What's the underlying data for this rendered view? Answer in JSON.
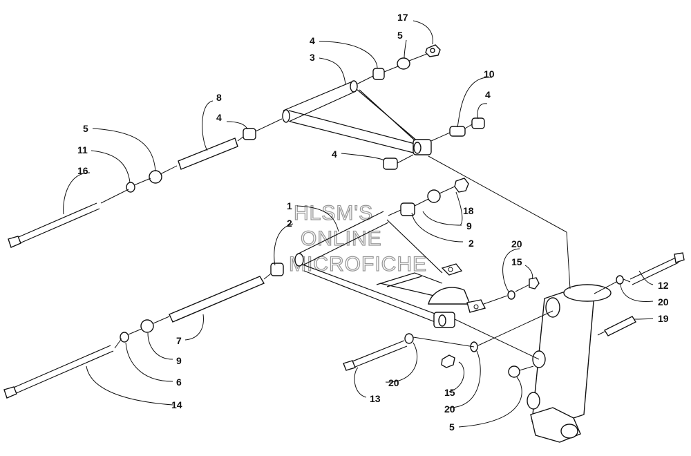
{
  "watermark": {
    "lines": [
      "HLSM'S",
      "ONLINE",
      "MICROFICHE"
    ]
  },
  "callouts": {
    "c17": "17",
    "c5a": "5",
    "c4a": "4",
    "c3": "3",
    "c10": "10",
    "c4b": "4",
    "c8": "8",
    "c4c": "4",
    "c5b": "5",
    "c11": "11",
    "c16": "16",
    "c4d": "4",
    "c18": "18",
    "c1": "1",
    "c9a": "9",
    "c2a": "2",
    "c2b": "2",
    "c20a": "20",
    "c15a": "15",
    "c12": "12",
    "c20b": "20",
    "c19": "19",
    "c7": "7",
    "c9b": "9",
    "c6": "6",
    "c14": "14",
    "c20c": "20",
    "c13": "13",
    "c15b": "15",
    "c20d": "20",
    "c5c": "5"
  },
  "colors": {
    "ink": "#111111",
    "paper": "#ffffff",
    "watermark_outline": "#9a9a9a"
  }
}
